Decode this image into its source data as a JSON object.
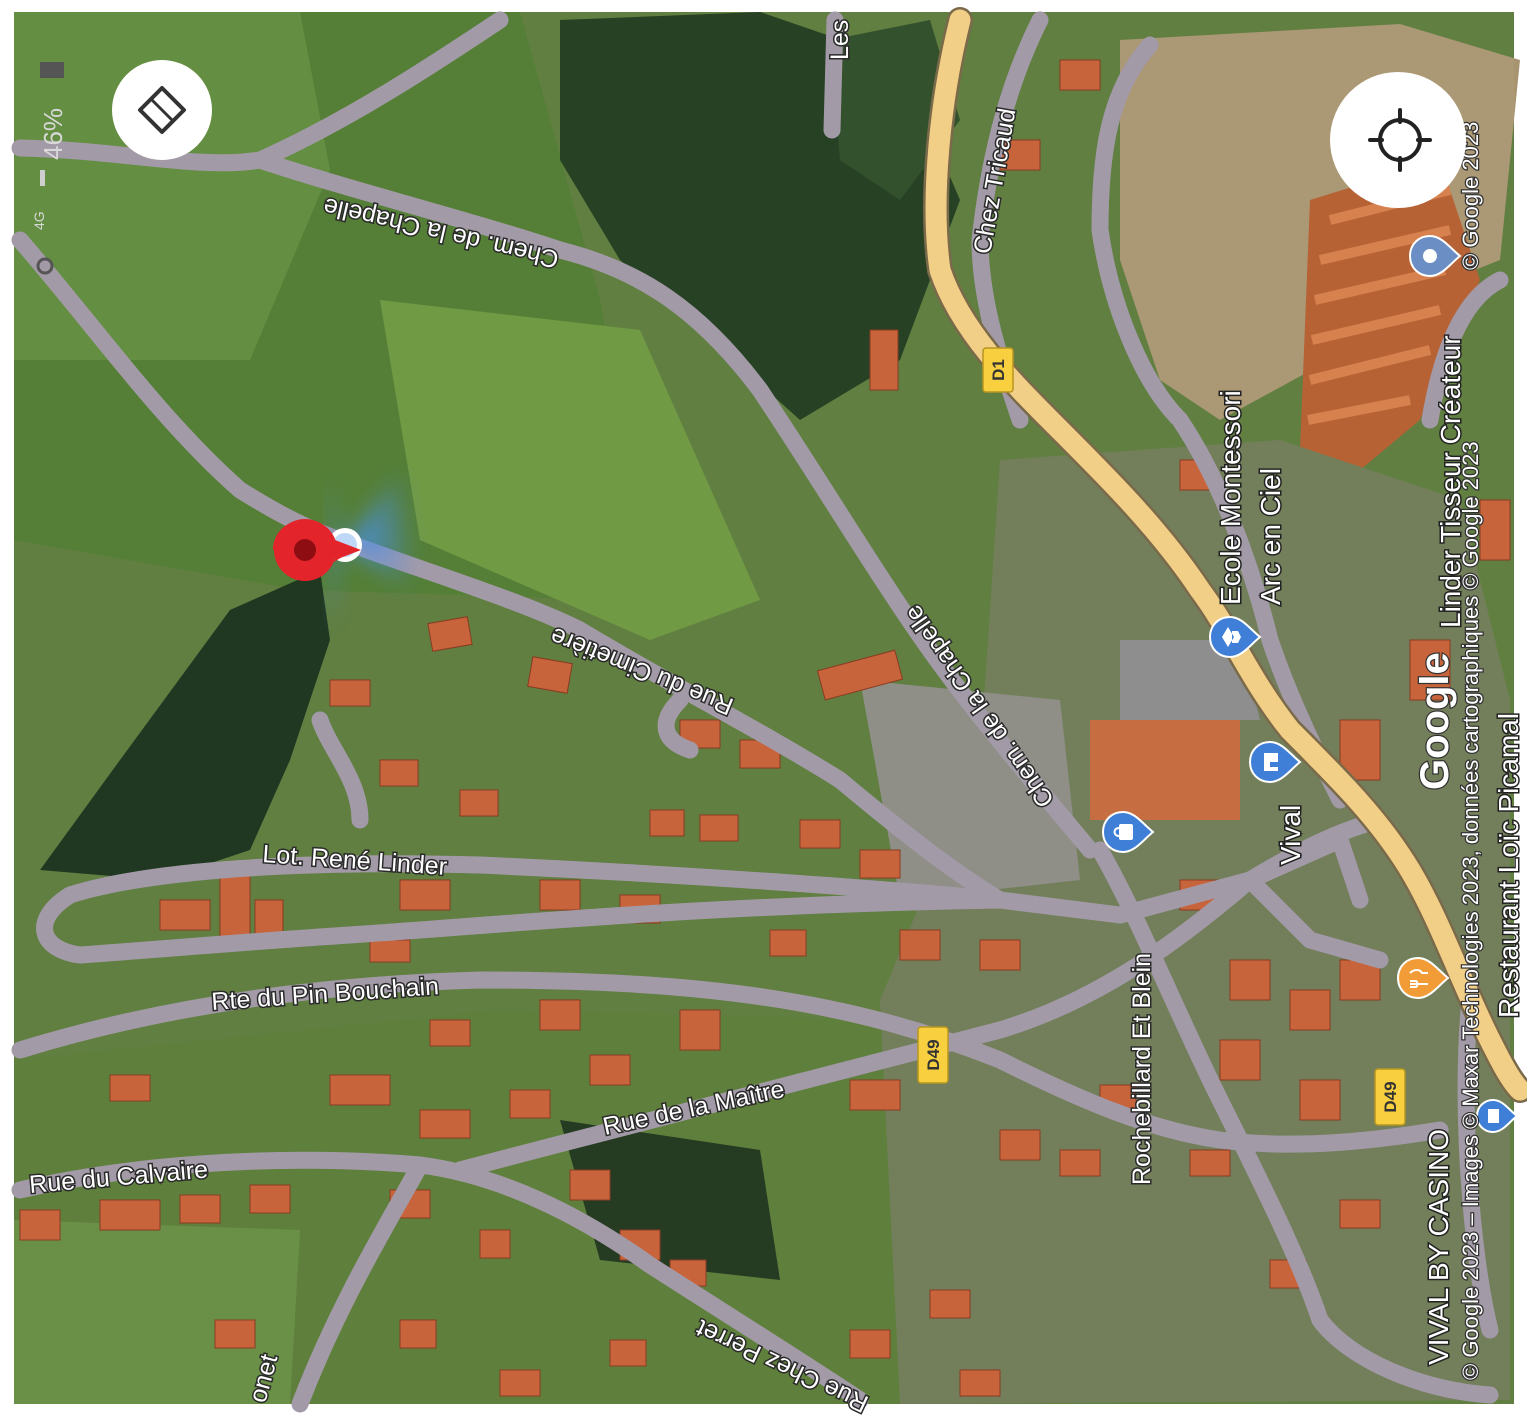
{
  "status_bar": {
    "network": "4G",
    "battery": "46%"
  },
  "streets": {
    "chem_chapelle_top": "Chem. de la Chapelle",
    "chem_chapelle_mid": "Chem. de la Chapelle",
    "rue_cimetiere": "Rue du Cimetière",
    "lot_rene_linder": "Lot. René Linder",
    "rte_pin_bouchain": "Rte du Pin Bouchain",
    "rue_maitre": "Rue de la Maître",
    "rue_calvaire": "Rue du Calvaire",
    "rue_chez_perret": "Rue Chez Perret",
    "chez_tricaud": "Chez Tricaud",
    "rochebillard": "Rochebillard Et Blein",
    "les_partial": "Les",
    "onet_partial": "onet"
  },
  "shields": {
    "d1": "D1",
    "d49_a": "D49",
    "d49_b": "D49"
  },
  "pois": {
    "ecole_line1": "Ecole Montessori",
    "ecole_line2": "Arc en Ciel",
    "vival": "Vival",
    "vival_casino": "VIVAL BY CASINO",
    "restaurant": "Restaurant Loïc Picamal",
    "linder": "Linder Tisseur Créateur"
  },
  "attribution": {
    "google_logo": "Google",
    "line1": "© Google 2023 – Images © Maxar Technologies 2023, données cartographiques © Google 2023",
    "line2": "© Google 2023"
  },
  "colors": {
    "road": "#a39aa8",
    "major_road": "#f2cf86",
    "pin": "#e3242b",
    "location_blue": "#4a8fe7",
    "poi_blue": "#3f7fd8",
    "poi_orange": "#f29c38",
    "shield": "#f7cf3f"
  },
  "icons": {
    "compass": "direction-diamond-icon",
    "locate": "crosshair-icon",
    "pin": "map-pin-icon",
    "school": "school-icon",
    "shop": "shopping-bag-icon",
    "store": "store-icon",
    "restaurant": "fork-knife-icon"
  }
}
